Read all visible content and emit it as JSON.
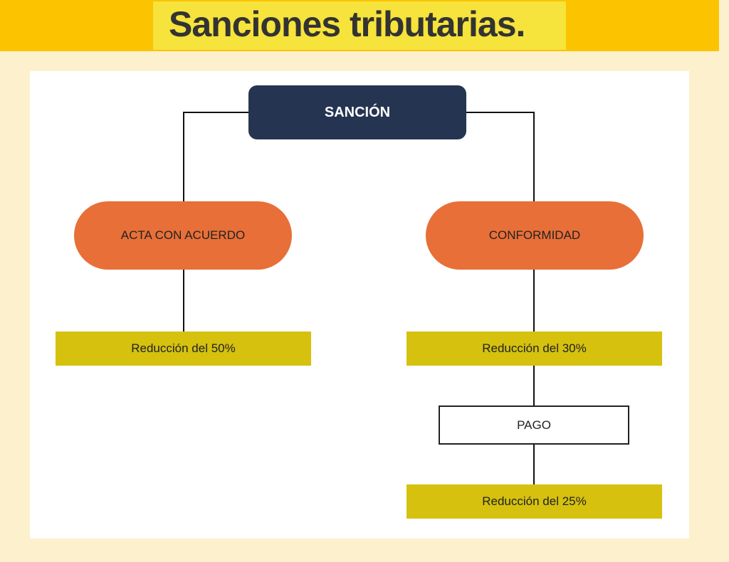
{
  "title": "Sanciones tributarias.",
  "diagram": {
    "root": "SANCIÓN",
    "left": {
      "label": "ACTA CON ACUERDO",
      "result": "Reducción del 50%"
    },
    "right": {
      "label": "CONFORMIDAD",
      "result": "Reducción del 30%",
      "step": "PAGO",
      "final": "Reducción del 25%"
    }
  },
  "colors": {
    "band": "#fcc300",
    "title_bg": "#f6e33b",
    "root": "#253451",
    "pill": "#e86f38",
    "reduction": "#d5c10e"
  }
}
